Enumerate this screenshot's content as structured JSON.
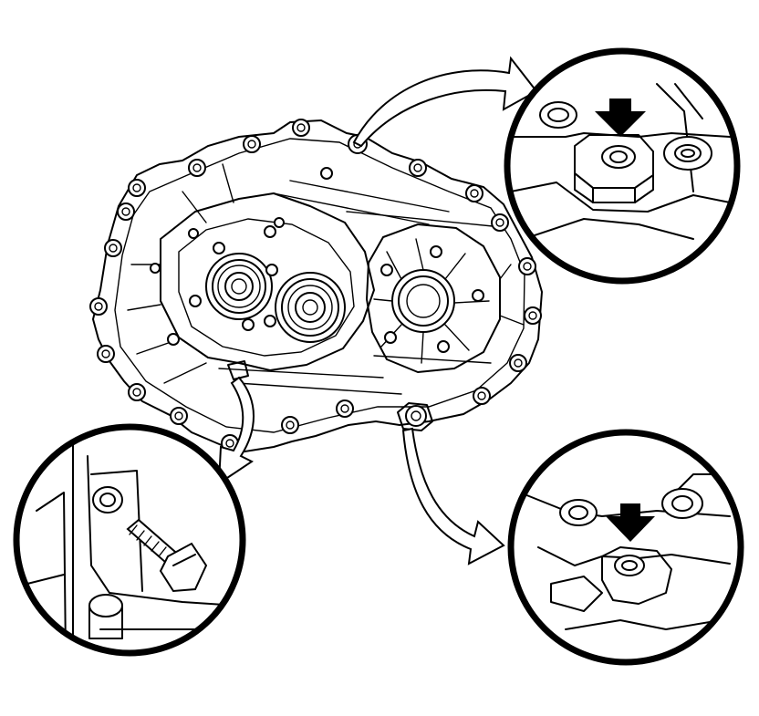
{
  "figure": {
    "subject": "transaxle-case-mounting-points",
    "colors": {
      "line": "#000000",
      "background": "#ffffff"
    },
    "callouts": [
      {
        "id": "upper-right",
        "icon": "mount-boss-detail",
        "marker": "down-arrow"
      },
      {
        "id": "lower-left",
        "icon": "bolt-detail",
        "marker": "none"
      },
      {
        "id": "lower-right",
        "icon": "mount-boss-detail",
        "marker": "down-arrow"
      }
    ]
  }
}
